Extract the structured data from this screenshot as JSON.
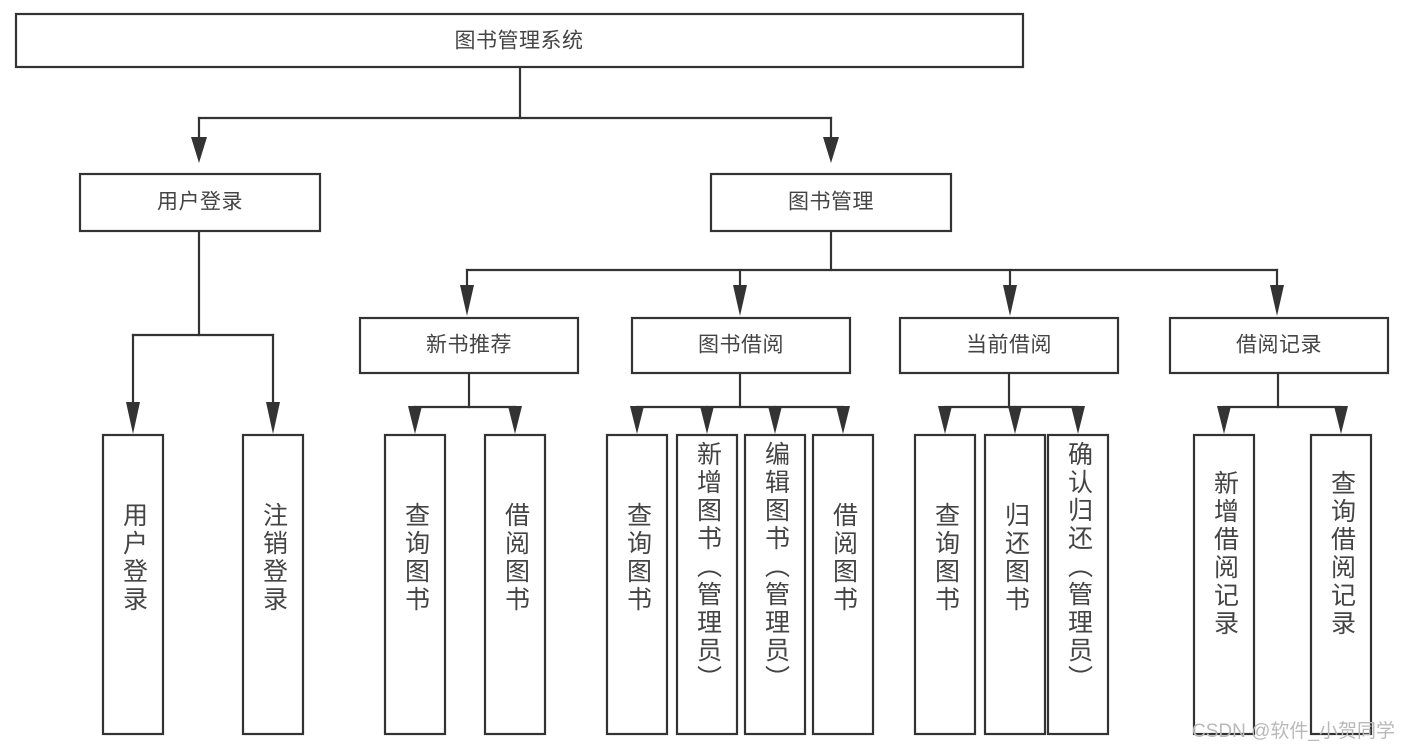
{
  "diagram": {
    "type": "tree-hierarchy-chart",
    "title": "图书管理系统",
    "watermark": "CSDN @软件_小贺同学",
    "colors": {
      "stroke": "#333333",
      "box_fill": "#ffffff",
      "text": "#444444",
      "background": "#ffffff",
      "watermark": "#b9b9b9"
    },
    "levels": {
      "root": {
        "label": "图书管理系统"
      },
      "level2": [
        {
          "id": "user-login",
          "label": "用户登录"
        },
        {
          "id": "book-manage",
          "label": "图书管理"
        }
      ],
      "level3": [
        {
          "id": "new-book-recommend",
          "label": "新书推荐",
          "parent": "book-manage"
        },
        {
          "id": "book-borrow",
          "label": "图书借阅",
          "parent": "book-manage"
        },
        {
          "id": "current-borrow",
          "label": "当前借阅",
          "parent": "book-manage"
        },
        {
          "id": "borrow-record",
          "label": "借阅记录",
          "parent": "book-manage"
        }
      ],
      "leaves": [
        {
          "id": "leaf-user-login",
          "label": "用户登录",
          "parent": "user-login"
        },
        {
          "id": "leaf-logout-login",
          "label": "注销登录",
          "parent": "user-login"
        },
        {
          "id": "leaf-query-book-1",
          "label": "查询图书",
          "parent": "new-book-recommend"
        },
        {
          "id": "leaf-borrow-book-1",
          "label": "借阅图书",
          "parent": "new-book-recommend"
        },
        {
          "id": "leaf-query-book-2",
          "label": "查询图书",
          "parent": "book-borrow"
        },
        {
          "id": "leaf-add-book",
          "label": "新增图书（管理员）",
          "parent": "book-borrow"
        },
        {
          "id": "leaf-edit-book",
          "label": "编辑图书（管理员）",
          "parent": "book-borrow"
        },
        {
          "id": "leaf-borrow-book-2",
          "label": "借阅图书",
          "parent": "book-borrow"
        },
        {
          "id": "leaf-query-book-3",
          "label": "查询图书",
          "parent": "current-borrow"
        },
        {
          "id": "leaf-return-book",
          "label": "归还图书",
          "parent": "current-borrow"
        },
        {
          "id": "leaf-confirm-return",
          "label": "确认归还（管理员）",
          "parent": "current-borrow"
        },
        {
          "id": "leaf-add-record",
          "label": "新增借阅记录",
          "parent": "borrow-record"
        },
        {
          "id": "leaf-query-record",
          "label": "查询借阅记录",
          "parent": "borrow-record"
        }
      ]
    }
  }
}
